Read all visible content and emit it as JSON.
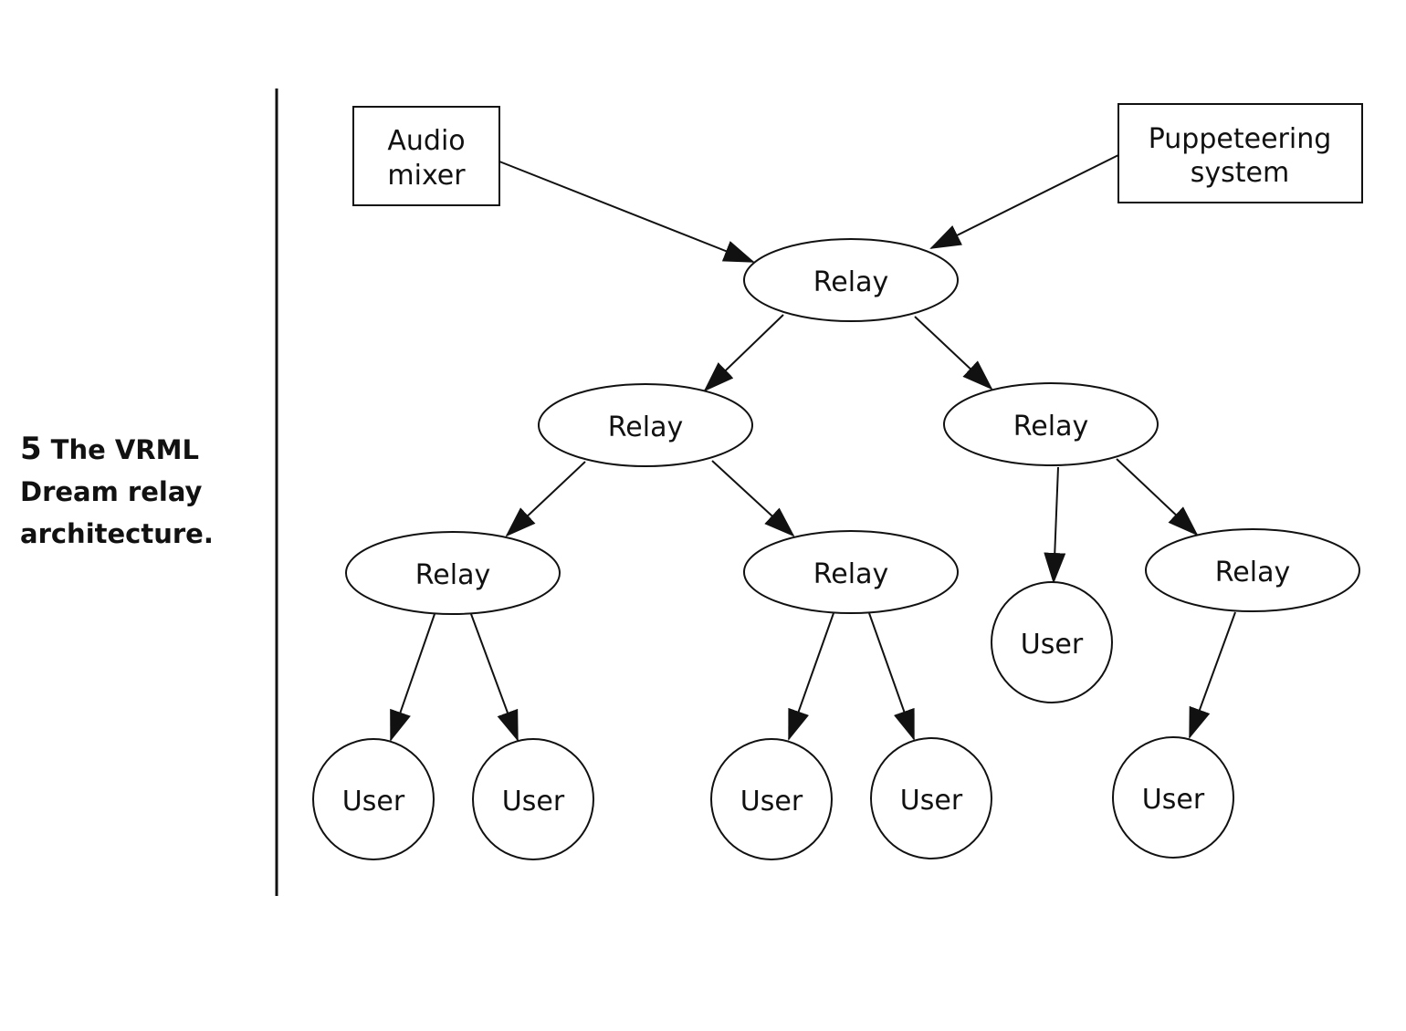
{
  "caption": {
    "figure_number": "5",
    "text": "The VRML Dream relay architecture."
  },
  "nodes": {
    "audio_mixer": [
      "Audio",
      "mixer"
    ],
    "puppeteering_system": [
      "Puppeteering",
      "system"
    ],
    "relay_label": "Relay",
    "user_label": "User"
  }
}
